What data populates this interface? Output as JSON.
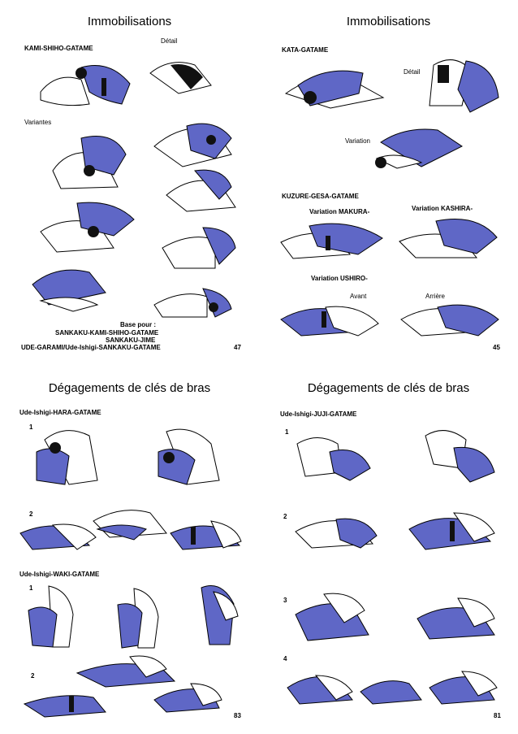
{
  "panels": {
    "top_left": {
      "title": "Immobilisations",
      "labels": {
        "kami": "KAMI-SHIHO-GATAME",
        "detail": "Détail",
        "variantes": "Variantes",
        "base_pour": "Base pour :",
        "sankaku_kami": "SANKAKU-KAMI-SHIHO-GATAME",
        "sankaku_jime": "SANKAKU-JIME",
        "ude_garami": "UDE-GARAMI/Ude-Ishigi-SANKAKU-GATAME"
      },
      "page_number": "47"
    },
    "top_right": {
      "title": "Immobilisations",
      "labels": {
        "kata": "KATA-GATAME",
        "detail": "Détail",
        "variation": "Variation",
        "kuzure": "KUZURE-GESA-GATAME",
        "makura": "Variation MAKURA-",
        "kashira": "Variation KASHIRA-",
        "ushiro": "Variation USHIRO-",
        "avant": "Avant",
        "arriere": "Arrière"
      },
      "page_number": "45"
    },
    "bottom_left": {
      "title": "Dégagements de clés de bras",
      "labels": {
        "hara": "Ude-Ishigi-HARA-GATAME",
        "waki": "Ude-Ishigi-WAKI-GATAME"
      },
      "steps": [
        "1",
        "2",
        "1",
        "2"
      ],
      "page_number": "83"
    },
    "bottom_right": {
      "title": "Dégagements de clés de bras",
      "labels": {
        "juji": "Ude-Ishigi-JUJI-GATAME"
      },
      "steps": [
        "1",
        "2",
        "3",
        "4"
      ],
      "page_number": "81"
    }
  },
  "colors": {
    "judogi_blue": "#5f67c6",
    "belt_black": "#111111",
    "outline": "#000000",
    "white": "#ffffff"
  }
}
